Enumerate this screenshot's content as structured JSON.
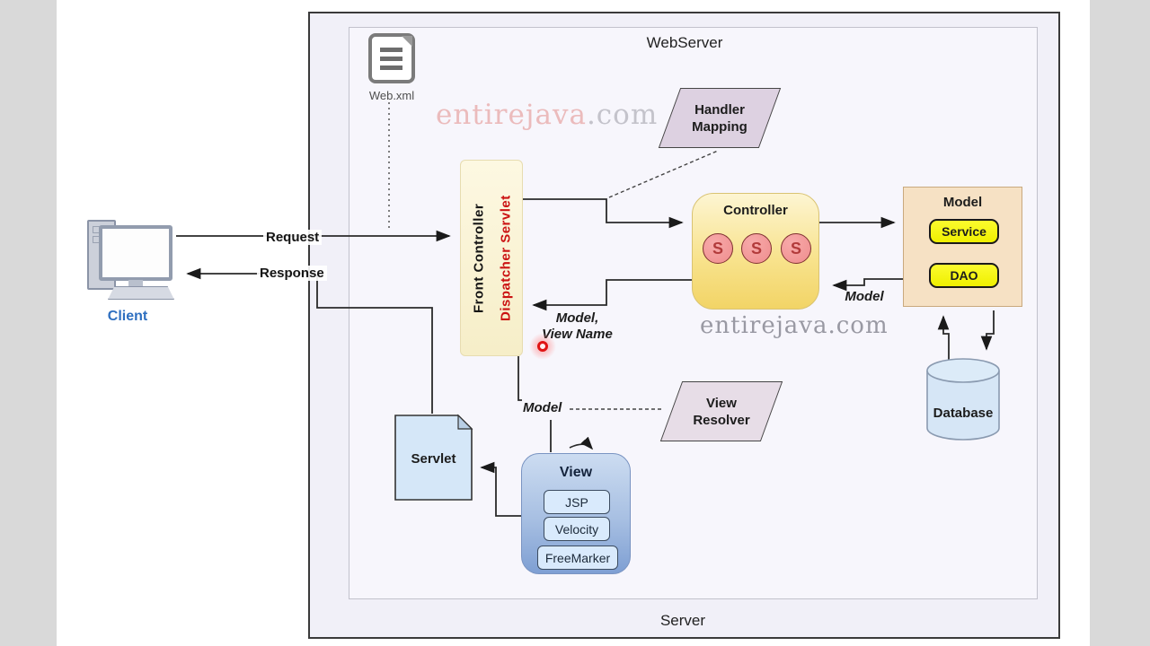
{
  "frame": {
    "webserver_title": "WebServer",
    "server_title": "Server"
  },
  "watermarks": {
    "top_part1": "entirejava",
    "top_part2": ".com",
    "middle": "entirejava.com"
  },
  "client": {
    "label": "Client"
  },
  "webxml": {
    "label": "Web.xml"
  },
  "flow_labels": {
    "request": "Request",
    "response": "Response",
    "model_view_name_line1": "Model,",
    "model_view_name_line2": "View Name",
    "model_return": "Model",
    "model_to_resolver": "Model"
  },
  "front_controller": {
    "label_black": "Front Controller",
    "label_red": "Dispatcher Servlet"
  },
  "handler_mapping": {
    "line1": "Handler",
    "line2": "Mapping"
  },
  "view_resolver": {
    "line1": "View",
    "line2": "Resolver"
  },
  "controller": {
    "title": "Controller",
    "servlets": [
      "S",
      "S",
      "S"
    ]
  },
  "model_box": {
    "title": "Model",
    "buttons": [
      "Service",
      "DAO"
    ]
  },
  "database": {
    "label": "Database"
  },
  "view": {
    "title": "View",
    "buttons": [
      "JSP",
      "Velocity",
      "FreeMarker"
    ]
  },
  "servlet_doc": {
    "label": "Servlet"
  },
  "colors": {
    "accent_red_text": "#cb1212",
    "controller_fill": "#f8e38e",
    "model_fill": "#f6e1c4",
    "yellow_button": "#efef00",
    "view_fill": "#a7bfe2",
    "servlet_fill": "#d5e7f8",
    "parallelogram_fill": "#ddd1e1",
    "database_fill": "#d6e6f6",
    "client_label_blue": "#2e6fc0",
    "laser_red": "#e01414"
  }
}
